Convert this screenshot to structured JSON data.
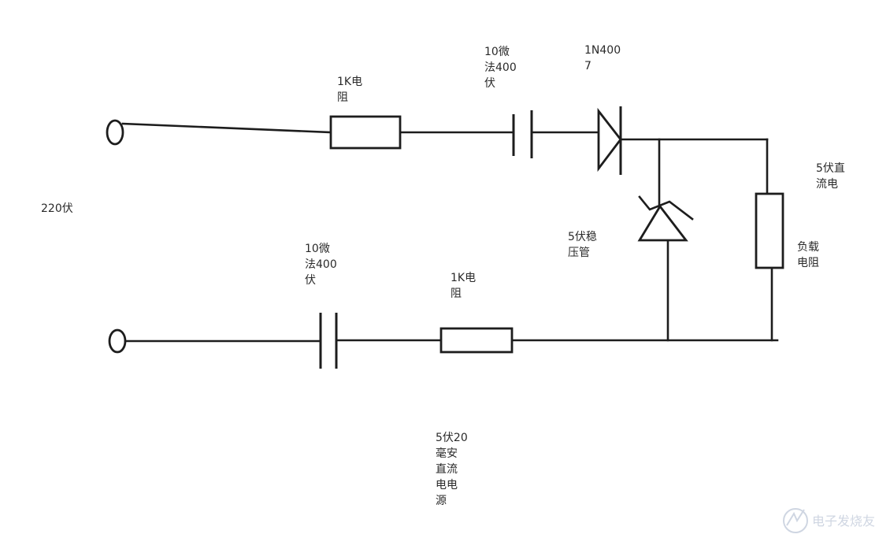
{
  "labels": {
    "r1": [
      "1K电",
      "阻"
    ],
    "c1": [
      "10微",
      "法400",
      "伏"
    ],
    "d1": [
      "1N400",
      "7"
    ],
    "output": [
      "5伏直",
      "流电"
    ],
    "input_voltage": [
      "220伏"
    ],
    "zener": [
      "5伏稳",
      "压管"
    ],
    "load": [
      "负载",
      "电阻"
    ],
    "c2": [
      "10微",
      "法400",
      "伏"
    ],
    "r2": [
      "1K电",
      "阻"
    ],
    "title": [
      "5伏20",
      "毫安",
      "直流",
      "电电",
      "源"
    ]
  },
  "watermark": {
    "text": "电子发烧友"
  },
  "colors": {
    "background": "#ffffff",
    "line": "#1d1d1d",
    "text": "#2a2a2a",
    "watermark": "#cfd6e2"
  }
}
